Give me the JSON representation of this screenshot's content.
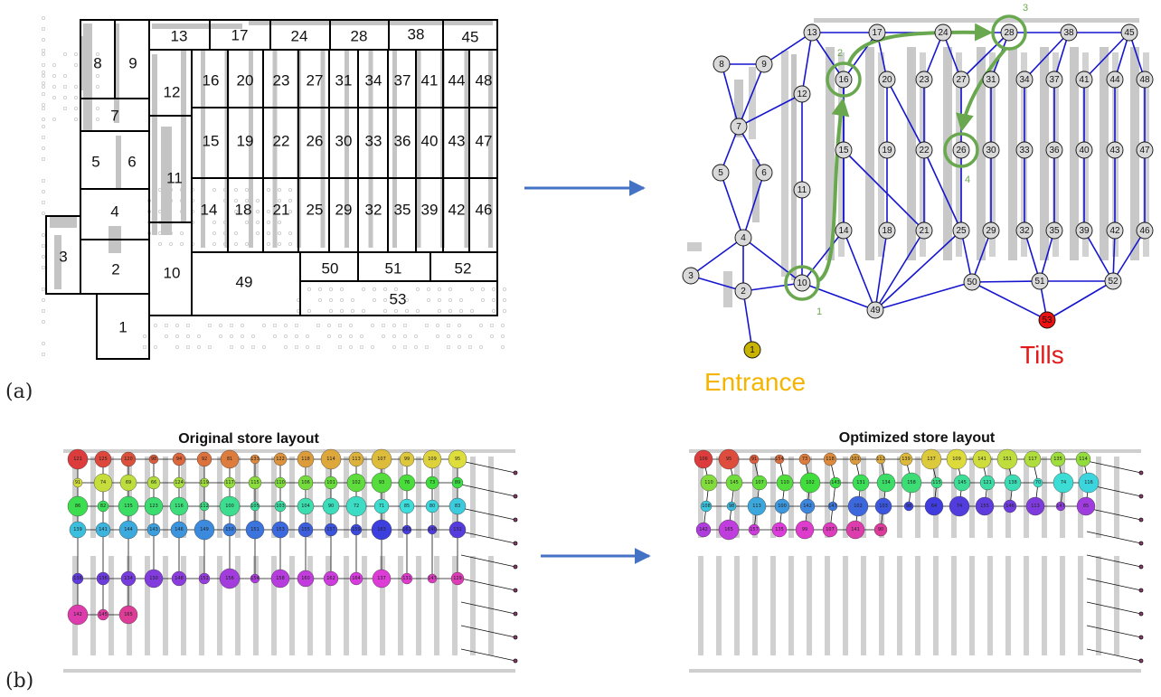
{
  "panel_a": {
    "label": "(a)",
    "floor_zones": [
      "1",
      "2",
      "3",
      "4",
      "5",
      "6",
      "7",
      "8",
      "9",
      "10",
      "11",
      "12",
      "13",
      "14",
      "15",
      "16",
      "17",
      "18",
      "19",
      "20",
      "21",
      "22",
      "23",
      "24",
      "25",
      "26",
      "27",
      "28",
      "29",
      "30",
      "31",
      "32",
      "33",
      "34",
      "35",
      "36",
      "37",
      "38",
      "39",
      "40",
      "41",
      "42",
      "43",
      "44",
      "45",
      "46",
      "47",
      "48",
      "49",
      "50",
      "51",
      "52",
      "53"
    ],
    "graph": {
      "entrance_label": "Entrance",
      "tills_label": "Tills",
      "entrance_node": "1",
      "tills_node": "53",
      "highlighted_path": [
        "10",
        "16",
        "28",
        "26"
      ],
      "path_step_labels": [
        "1",
        "2",
        "3",
        "4"
      ],
      "colors": {
        "edge": "#1515d0",
        "node": "#d9d9d9",
        "entrance": "#c8b400",
        "tills": "#ee1111",
        "path": "#6aa84f",
        "entrance_text": "#f4b400",
        "tills_text": "#e31a1a"
      }
    }
  },
  "panel_b": {
    "label": "(b)",
    "original_title": "Original store layout",
    "optimized_title": "Optimized store layout",
    "original_nodes": [
      "121",
      "125",
      "120",
      "98",
      "94",
      "92",
      "81",
      "133",
      "122",
      "118",
      "114",
      "113",
      "107",
      "99",
      "109",
      "95",
      "91",
      "74",
      "69",
      "66",
      "124",
      "119",
      "117",
      "115",
      "110",
      "106",
      "101",
      "102",
      "93",
      "76",
      "73",
      "89",
      "86",
      "82",
      "135",
      "123",
      "116",
      "112",
      "100",
      "105",
      "103",
      "104",
      "90",
      "72",
      "71",
      "85",
      "80",
      "83",
      "139",
      "141",
      "144",
      "143",
      "146",
      "149",
      "150",
      "151",
      "153",
      "155",
      "157",
      "159",
      "163",
      "161",
      "140",
      "132",
      "138",
      "136",
      "134",
      "130",
      "148",
      "152",
      "156",
      "154",
      "158",
      "160",
      "162",
      "164",
      "137",
      "131",
      "147",
      "129",
      "142",
      "145",
      "165"
    ],
    "optimized_nodes": [
      "106",
      "95",
      "91",
      "154",
      "73",
      "118",
      "101",
      "112",
      "139",
      "137",
      "109",
      "141",
      "151",
      "117",
      "135",
      "114",
      "110",
      "145",
      "107",
      "110",
      "102",
      "143",
      "131",
      "134",
      "158",
      "115",
      "145",
      "121",
      "138",
      "70",
      "74",
      "116",
      "108",
      "98",
      "113",
      "100",
      "142",
      "147",
      "102",
      "103",
      "98",
      "64",
      "74",
      "155",
      "146",
      "113",
      "147",
      "85",
      "142",
      "165",
      "157",
      "135",
      "99",
      "107",
      "141",
      "90"
    ]
  },
  "arrows": {
    "color": "#4472c4"
  }
}
